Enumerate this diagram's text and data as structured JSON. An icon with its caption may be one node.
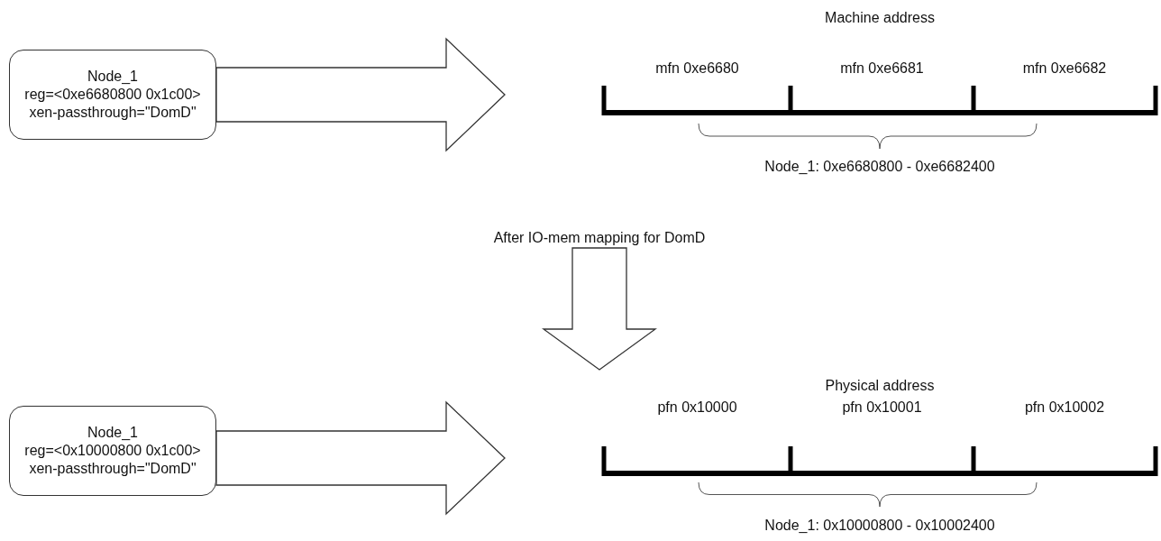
{
  "diagram": {
    "nodes": [
      {
        "text": [
          "Node_1",
          "reg=<0xe6680800 0x1c00>",
          "xen-passthrough=\"DomD\""
        ]
      },
      {
        "text": [
          "Machine address"
        ],
        "beside": [
          "Node_1: 0xe6680800 - 0xe6682400"
        ]
      },
      {
        "text": [
          "mfn 0xe6680"
        ],
        "in": 1
      },
      {
        "text": [
          "mfn 0xe6681"
        ],
        "in": 1
      },
      {
        "text": [
          "mfn 0xe6682"
        ],
        "in": 1
      },
      {
        "text": [
          "After IO-mem mapping for DomD"
        ]
      },
      {
        "text": [
          "Node_1",
          "reg=<0x10000800 0x1c00>",
          "xen-passthrough=\"DomD\""
        ]
      },
      {
        "text": [
          "Physical address"
        ],
        "beside": [
          "Node_1: 0x10000800 - 0x10002400"
        ]
      },
      {
        "text": [
          "pfn 0x10000"
        ],
        "in": 7
      },
      {
        "text": [
          "pfn 0x10001"
        ],
        "in": 7
      },
      {
        "text": [
          "pfn 0x10002"
        ],
        "in": 7
      }
    ],
    "edges": [
      {
        "from": 0,
        "to": 1,
        "arrow": "to"
      },
      {
        "from": 5,
        "to": 7,
        "arrow": "to"
      },
      {
        "from": 6,
        "to": 7,
        "arrow": "to"
      }
    ]
  }
}
